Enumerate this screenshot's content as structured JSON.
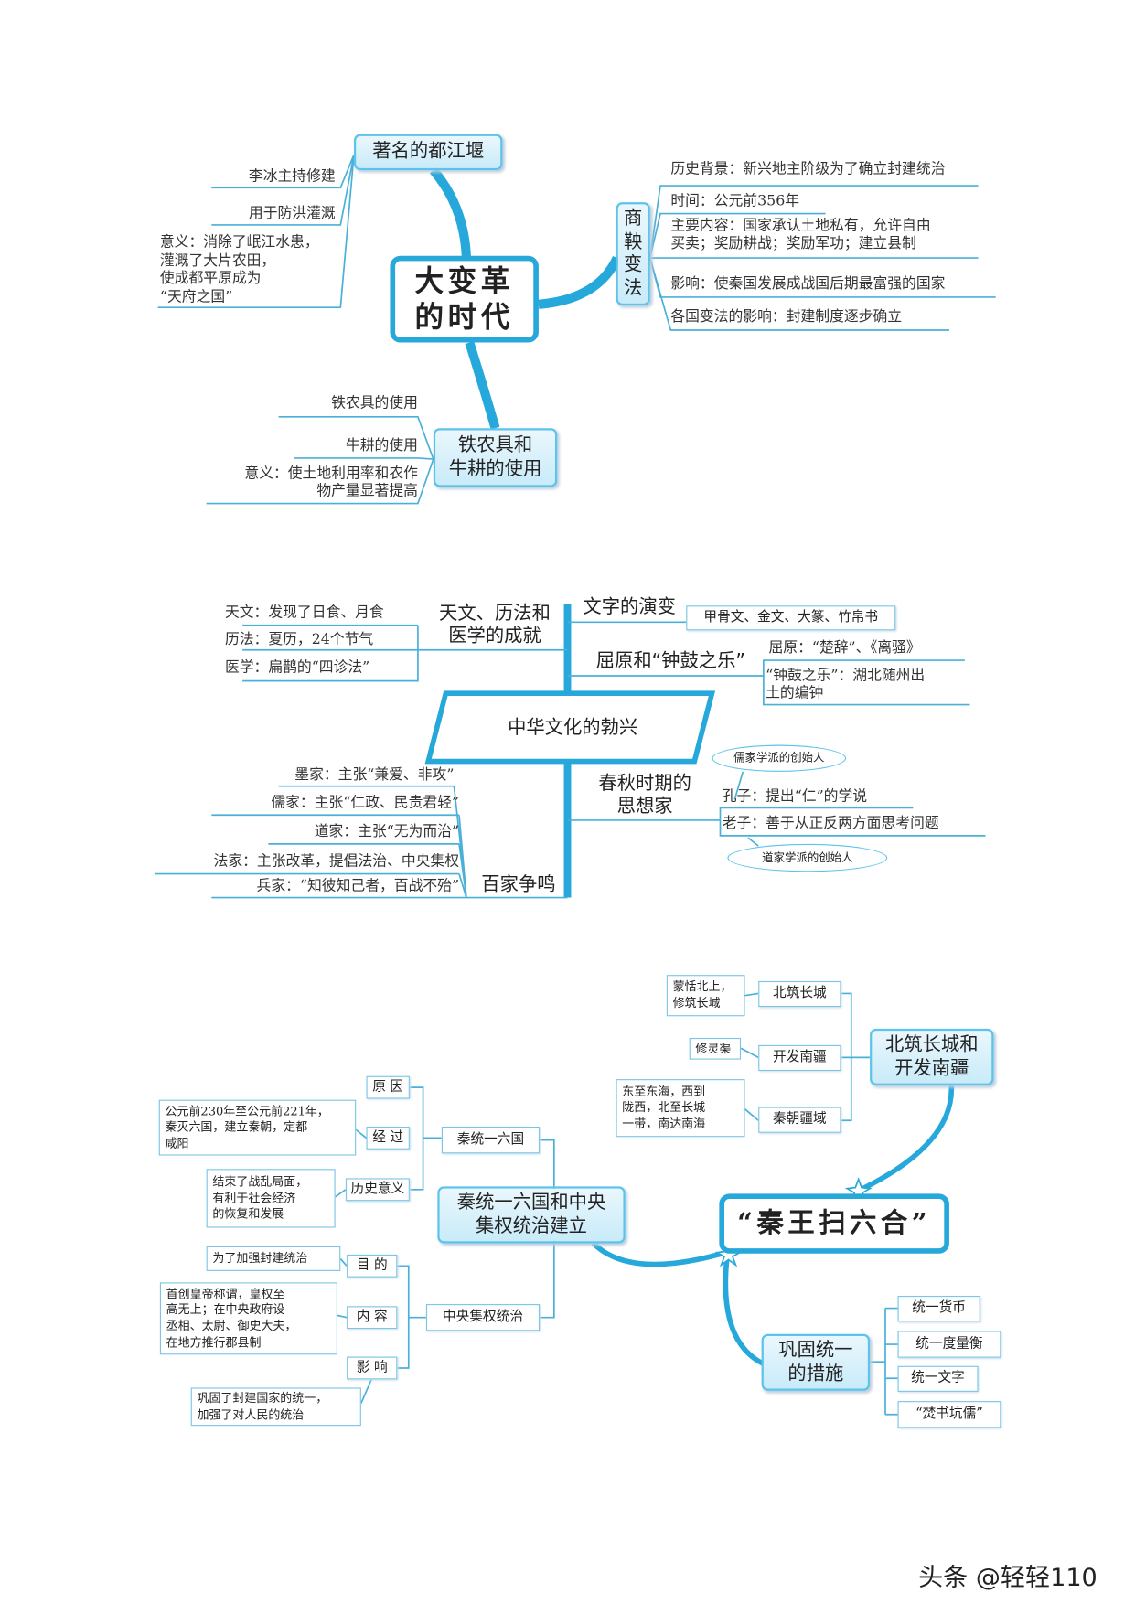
{
  "colors": {
    "line": "#27a8da",
    "box_border": "#5cc3ea",
    "box_fill": "#d5f0fb"
  },
  "section1": {
    "center": "大变革\n的时代",
    "dujiangyan": "著名的都江堰",
    "dujiangyan_items": [
      "李冰主持修建",
      "用于防洪灌溉",
      "意义：消除了岷江水患，\n灌溉了大片农田，\n使成都平原成为\n“天府之国”"
    ],
    "shangyang": "商\n鞅\n变\n法",
    "shangyang_items": [
      "历史背景：新兴地主阶级为了确立封建统治",
      "时间：公元前356年",
      "主要内容：国家承认土地私有，允许自由\n买卖；奖励耕战；奖励军功；建立县制",
      "影响：使秦国发展成战国后期最富强的国家",
      "各国变法的影响：封建制度逐步确立"
    ],
    "iron": "铁农具和\n牛耕的使用",
    "iron_items": [
      "铁农具的使用",
      "牛耕的使用",
      "意义：使土地利用率和农作\n物产量显著提高"
    ]
  },
  "section2": {
    "center": "中华文化的勃兴",
    "science": "天文、历法和\n医学的成就",
    "science_items": [
      "天文：发现了日食、月食",
      "历法：夏历，24个节气",
      "医学：扁鹊的“四诊法”"
    ],
    "writing": "文字的演变",
    "writing_item": "甲骨文、金文、大篆、竹帛书",
    "quyuan": "屈原和“钟鼓之乐”",
    "quyuan_items": [
      "屈原：“楚辞”、《离骚》",
      "“钟鼓之乐”：湖北随州出\n土的编钟"
    ],
    "thinkers": "春秋时期的\n思想家",
    "thinkers_items": [
      "孔子：提出“仁”的学说",
      "老子：善于从正反两方面思考问题"
    ],
    "bubbles": [
      "儒家学派的创始人",
      "道家学派的创始人"
    ],
    "schools": "百家争鸣",
    "schools_items": [
      "墨家：主张“兼爱、非攻”",
      "儒家：主张“仁政、民贵君轻”",
      "道家：主张“无为而治”",
      "法家：主张改革，提倡法治、中央集权",
      "兵家：“知彼知己者，百战不殆”"
    ]
  },
  "section3": {
    "center": "“秦王扫六合”",
    "wall": "北筑长城和\n开发南疆",
    "wall_items": [
      "北筑长城",
      "开发南疆",
      "秦朝疆域"
    ],
    "wall_notes": [
      "蒙恬北上，\n修筑长城",
      "修灵渠",
      "东至东海，西到\n陇西，北至长城\n一带，南达南海"
    ],
    "unify": "秦统一六国和中央\n集权统治建立",
    "unify_a": "秦统一六国",
    "unify_a_items": [
      "原  因",
      "经  过",
      "历史意义"
    ],
    "unify_a_notes": [
      "公元前230年至公元前221年，\n秦灭六国，建立秦朝，定都\n咸阳",
      "结束了战乱局面，\n有利于社会经济\n的恢复和发展"
    ],
    "unify_b": "中央集权统治",
    "unify_b_items": [
      "目  的",
      "内  容",
      "影  响"
    ],
    "unify_b_notes": [
      "为了加强封建统治",
      "首创皇帝称谓，皇权至\n高无上；在中央政府设\n丞相、太尉、御史大夫，\n在地方推行郡县制",
      "巩固了封建国家的统一，\n加强了对人民的统治"
    ],
    "measures": "巩固统一\n的措施",
    "measures_items": [
      "统一货币",
      "统一度量衡",
      "统一文字",
      "“焚书坑儒”"
    ]
  },
  "watermark": "头条 @轻轻110"
}
